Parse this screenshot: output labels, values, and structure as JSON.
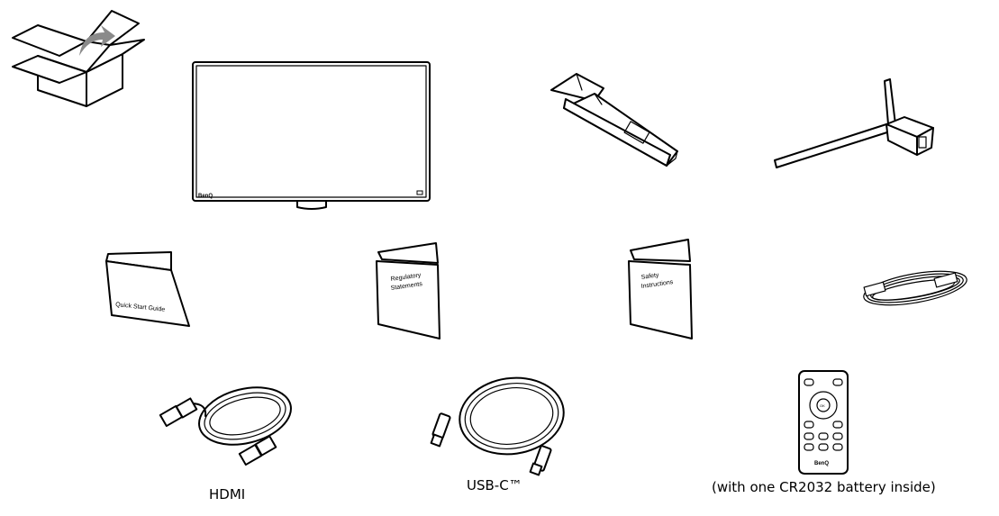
{
  "brand": "BenQ",
  "items": {
    "box": {
      "icon": "package-open-icon"
    },
    "monitor": {
      "icon": "monitor-icon",
      "logo": "BenQ"
    },
    "stand_column": {
      "icon": "stand-column-icon"
    },
    "stand_base": {
      "icon": "stand-base-icon"
    },
    "quick_start_guide": {
      "label": "Quick Start Guide"
    },
    "regulatory": {
      "line1": "Regulatory",
      "line2": "Statements"
    },
    "safety": {
      "line1": "Safety",
      "line2": "Instructions"
    },
    "power_cord": {
      "icon": "power-cord-icon"
    },
    "hdmi_cable": {
      "caption": "HDMI"
    },
    "usbc_cable": {
      "caption": "USB-C™"
    },
    "remote": {
      "caption": "(with one CR2032 battery inside)",
      "ok_label": "OK",
      "logo": "BenQ"
    }
  },
  "colors": {
    "line": "#000000",
    "arrow": "#8a8a8a",
    "background": "#ffffff"
  }
}
